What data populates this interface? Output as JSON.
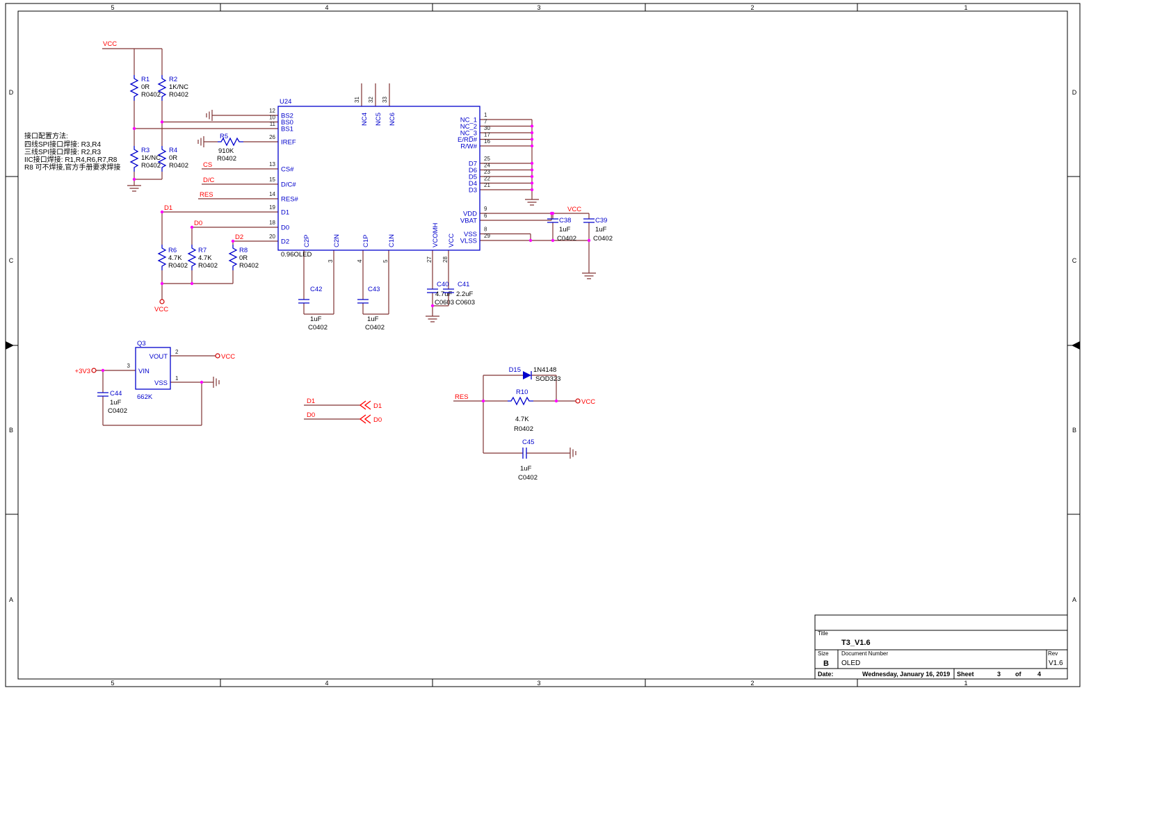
{
  "frame": {
    "cols": [
      "5",
      "4",
      "3",
      "2",
      "1"
    ],
    "rows": [
      "D",
      "C",
      "B",
      "A"
    ]
  },
  "titleblock": {
    "title_label": "Title",
    "title": "T3_V1.6",
    "size_label": "Size",
    "size": "B",
    "doc_label": "Document Number",
    "doc": "OLED",
    "rev_label": "Rev",
    "rev": "V1.6",
    "date_label": "Date:",
    "date": "Wednesday, January 16, 2019",
    "sheet_label": "Sheet",
    "sheet": "3",
    "of_label": "of",
    "total": "4"
  },
  "notes": {
    "l1": "接口配置方法:",
    "l2": "四线SPI接口焊接: R3,R4",
    "l3": "三线SPI接口焊接: R2,R3",
    "l4": "IIC接口焊接: R1,R4,R6,R7,R8",
    "l5": "R8 可不焊接,官方手册要求焊接"
  },
  "u24": {
    "ref": "U24",
    "value": "0.96OLED",
    "lp": [
      {
        "n": "12",
        "t": "BS2"
      },
      {
        "n": "10",
        "t": "BS0"
      },
      {
        "n": "11",
        "t": "BS1"
      },
      {
        "n": "26",
        "t": "IREF"
      },
      {
        "n": "13",
        "t": "CS#"
      },
      {
        "n": "15",
        "t": "D/C#"
      },
      {
        "n": "14",
        "t": "RES#"
      },
      {
        "n": "19",
        "t": "D1"
      },
      {
        "n": "18",
        "t": "D0"
      },
      {
        "n": "20",
        "t": "D2"
      }
    ],
    "tp": [
      {
        "n": "31",
        "t": "NC4"
      },
      {
        "n": "32",
        "t": "NC5"
      },
      {
        "n": "33",
        "t": "NC6"
      }
    ],
    "rp": [
      {
        "n": "1",
        "t": "NC_1"
      },
      {
        "n": "7",
        "t": "NC_2"
      },
      {
        "n": "30",
        "t": "NC_3"
      },
      {
        "n": "17",
        "t": "E/RD#"
      },
      {
        "n": "16",
        "t": "R/W#"
      },
      {
        "n": "25",
        "t": "D7"
      },
      {
        "n": "24",
        "t": "D6"
      },
      {
        "n": "23",
        "t": "D5"
      },
      {
        "n": "22",
        "t": "D4"
      },
      {
        "n": "21",
        "t": "D3"
      },
      {
        "n": "9",
        "t": "VDD"
      },
      {
        "n": "6",
        "t": "VBAT"
      },
      {
        "n": "8",
        "t": "VSS"
      },
      {
        "n": "29",
        "t": "VLSS"
      }
    ],
    "bp": [
      {
        "n": "",
        "t": "C2P"
      },
      {
        "n": "3",
        "t": "C2N"
      },
      {
        "n": "4",
        "t": "C1P"
      },
      {
        "n": "5",
        "t": "C1N"
      },
      {
        "n": "27",
        "t": "VCOMH"
      },
      {
        "n": "28",
        "t": "VCC"
      }
    ]
  },
  "r": {
    "r1": {
      "ref": "R1",
      "v": "0R",
      "fp": "R0402"
    },
    "r2": {
      "ref": "R2",
      "v": "1K/NC",
      "fp": "R0402"
    },
    "r3": {
      "ref": "R3",
      "v": "1K/NC",
      "fp": "R0402"
    },
    "r4": {
      "ref": "R4",
      "v": "0R",
      "fp": "R0402"
    },
    "r5": {
      "ref": "R5",
      "v": "910K",
      "fp": "R0402"
    },
    "r6": {
      "ref": "R6",
      "v": "4.7K",
      "fp": "R0402"
    },
    "r7": {
      "ref": "R7",
      "v": "4.7K",
      "fp": "R0402"
    },
    "r8": {
      "ref": "R8",
      "v": "0R",
      "fp": "R0402"
    },
    "r10": {
      "ref": "R10",
      "v": "4.7K",
      "fp": "R0402"
    }
  },
  "c": {
    "c38": {
      "ref": "C38",
      "v": "1uF",
      "fp": "C0402"
    },
    "c39": {
      "ref": "C39",
      "v": "1uF",
      "fp": "C0402"
    },
    "c40": {
      "ref": "C40",
      "v": "4.7uF",
      "fp": "C0603"
    },
    "c41": {
      "ref": "C41",
      "v": "2.2uF",
      "fp": "C0603"
    },
    "c42": {
      "ref": "C42",
      "v": "1uF",
      "fp": "C0402"
    },
    "c43": {
      "ref": "C43",
      "v": "1uF",
      "fp": "C0402"
    },
    "c44": {
      "ref": "C44",
      "v": "1uF",
      "fp": "C0402"
    },
    "c45": {
      "ref": "C45",
      "v": "1uF",
      "fp": "C0402"
    }
  },
  "q3": {
    "ref": "Q3",
    "v": "662K",
    "p_vout": "VOUT",
    "p_vin": "VIN",
    "p_vss": "VSS",
    "n_vout": "2",
    "n_vin": "3",
    "n_vss": "1"
  },
  "d15": {
    "ref": "D15",
    "v": "1N4148",
    "fp": "SOD323"
  },
  "nets": {
    "vcc": "VCC",
    "p3v3": "+3V3",
    "res": "RES",
    "cs": "CS",
    "dc": "D/C",
    "d0": "D0",
    "d1": "D1",
    "d2": "D2"
  },
  "colors": {
    "wire": "#803333",
    "component": "#0000cc",
    "net_label": "#ff0000",
    "junction": "#ff00ff"
  }
}
